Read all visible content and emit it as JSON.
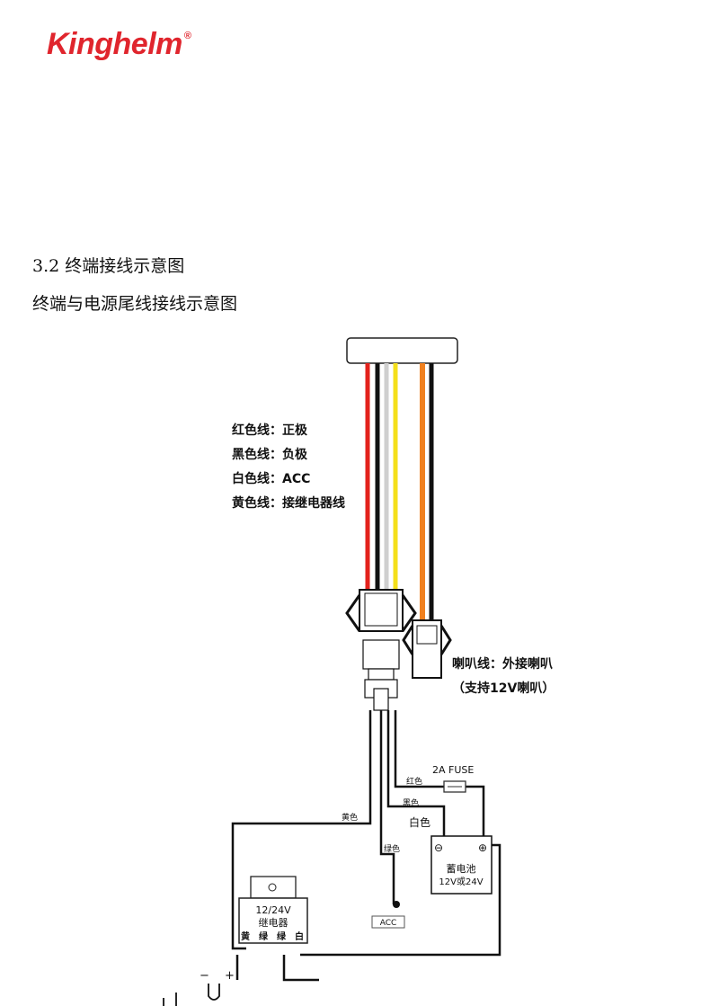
{
  "brand": {
    "name": "Kinghelm",
    "registered": "®",
    "color": "#e0252d"
  },
  "section": {
    "number_title": "3.2 终端接线示意图",
    "subtitle": "终端与电源尾线接线示意图"
  },
  "legend": {
    "red": "红色线：正极",
    "black": "黑色线：负极",
    "white": "白色线：ACC",
    "yellow": "黄色线：接继电器线"
  },
  "speaker": {
    "line1": "喇叭线：外接喇叭",
    "line2": "（支持12V喇叭）"
  },
  "fuse_label": "2A FUSE",
  "wire_labels": {
    "red": "红色",
    "black": "黑色",
    "white": "白色",
    "green": "绿色",
    "yellow": "黄色"
  },
  "battery": {
    "minus": "⊖",
    "plus": "⊕",
    "name": "蓄电池",
    "voltage": "12V或24V"
  },
  "acc_label": "ACC",
  "relay": {
    "voltage": "12/24V",
    "name": "继电器",
    "pins": [
      "黄",
      "绿",
      "绿",
      "白"
    ]
  },
  "polarity": {
    "minus": "−",
    "plus": "+"
  },
  "wire_colors": {
    "red": "#e3221c",
    "black": "#111111",
    "white": "#d8d8d8",
    "yellow": "#f4df1a",
    "orange": "#f0801e"
  }
}
